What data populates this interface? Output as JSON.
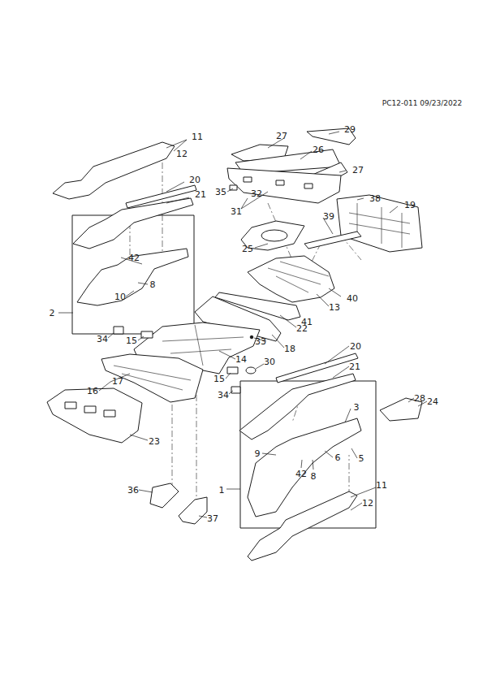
{
  "diagram": {
    "labels": [
      "PC12-011 09/23/2022",
      "29",
      "11",
      "27",
      "26",
      "12",
      "27",
      "20",
      "35",
      "32",
      "21",
      "38",
      "19",
      "31",
      "39",
      "25",
      "42",
      "8",
      "10",
      "40",
      "13",
      "2",
      "41",
      "22",
      "34",
      "15",
      "33",
      "18",
      "20",
      "14",
      "30",
      "21",
      "15",
      "17",
      "16",
      "34",
      "28",
      "24",
      "3",
      "23",
      "9",
      "6",
      "5",
      "42",
      "8",
      "11",
      "1",
      "36",
      "12",
      "37"
    ]
  }
}
